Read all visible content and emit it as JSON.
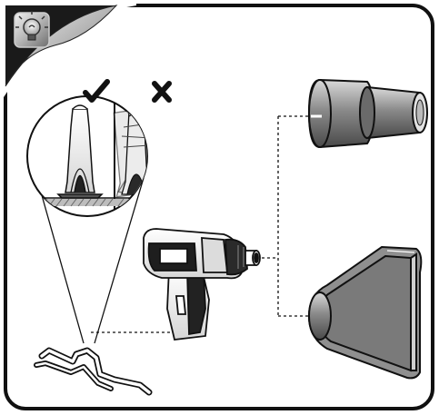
{
  "diagram": {
    "tip_icon": "lightbulb-icon",
    "marks": {
      "correct": "check-icon",
      "incorrect": "cross-icon"
    },
    "parts": [
      "heat-gun",
      "stand-clip",
      "nozzle-round",
      "nozzle-flat-wide"
    ],
    "colors": {
      "outline": "#111111",
      "dark": "#3a3a3a",
      "mid": "#7a7a7a",
      "light": "#cfcfcf",
      "paper": "#ffffff"
    }
  }
}
